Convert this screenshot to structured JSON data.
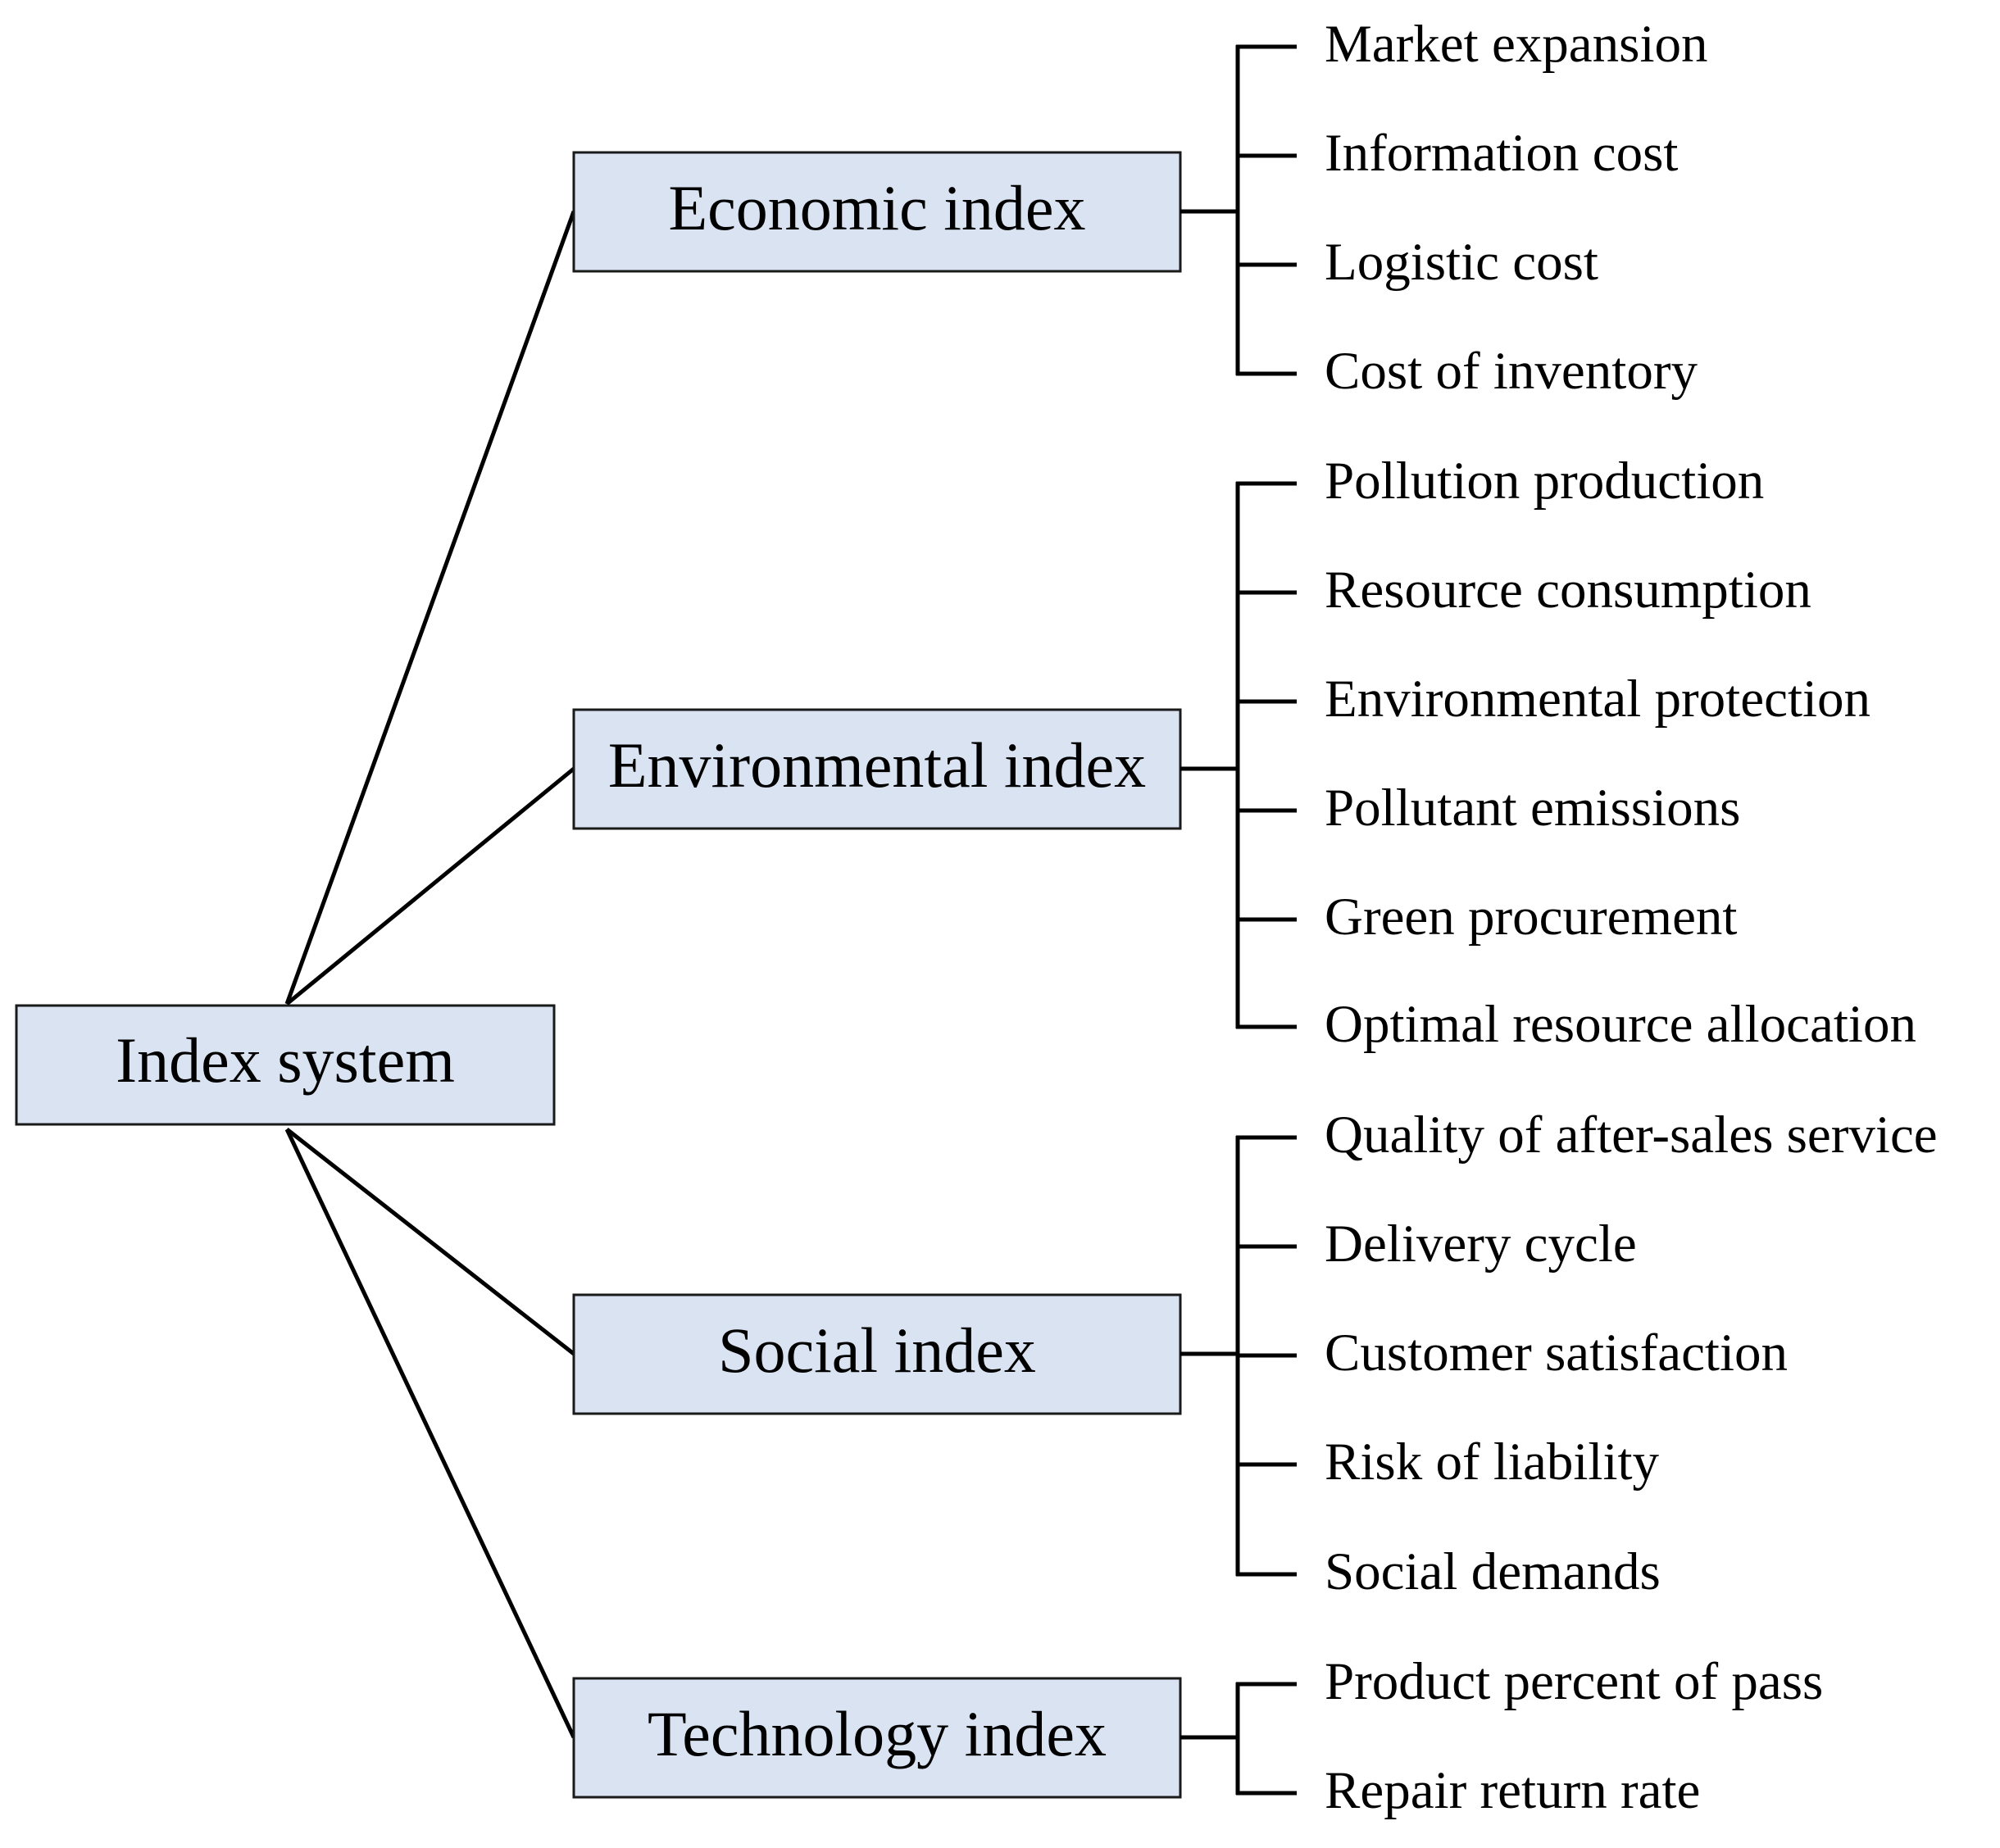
{
  "root": {
    "label": "Index system",
    "colors": {
      "box_fill": "#dae3f2",
      "box_stroke": "#1a1a1a",
      "line": "#000000"
    }
  },
  "categories": [
    {
      "label": "Economic index",
      "items": [
        "Market expansion",
        "Information cost",
        "Logistic cost",
        "Cost of inventory"
      ]
    },
    {
      "label": "Environmental index",
      "items": [
        "Pollution production",
        "Resource consumption",
        "Environmental protection",
        "Pollutant emissions",
        "Green procurement",
        "Optimal resource allocation"
      ]
    },
    {
      "label": "Social index",
      "items": [
        "Quality of after-sales service",
        "Delivery cycle",
        "Customer satisfaction",
        "Risk of liability",
        "Social demands"
      ]
    },
    {
      "label": "Technology index",
      "items": [
        "Product percent of pass",
        "Repair return rate"
      ]
    }
  ]
}
